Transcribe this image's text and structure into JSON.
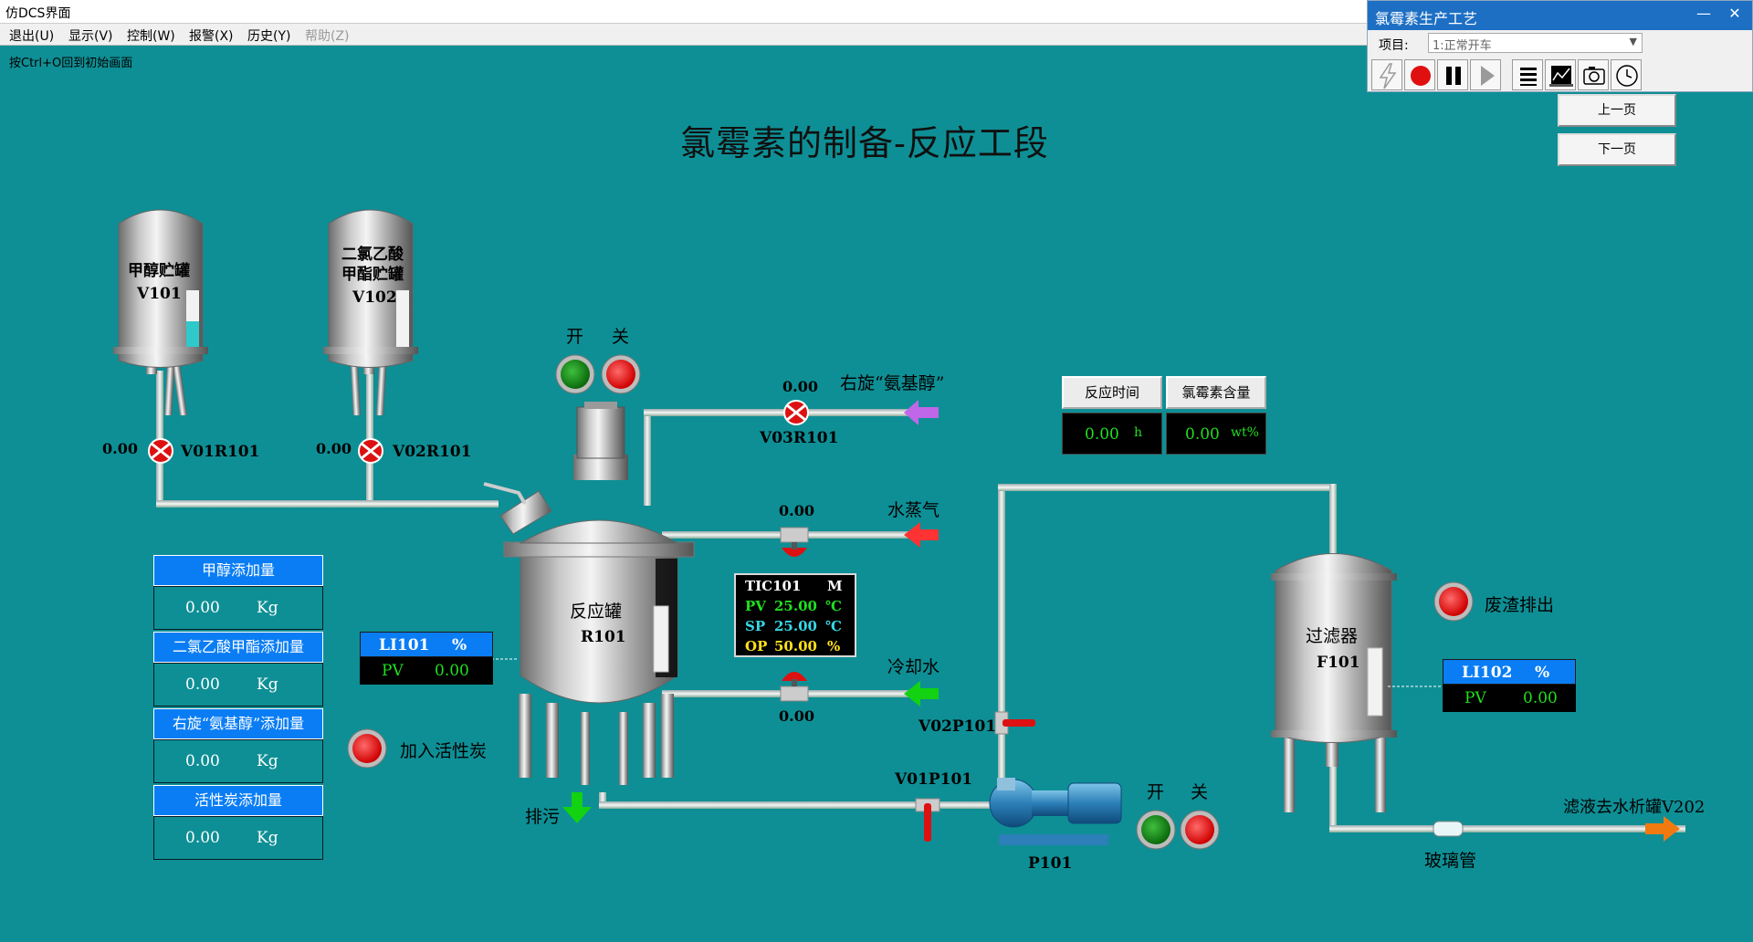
{
  "window": {
    "title": "仿DCS界面"
  },
  "menu": [
    "退出(U)",
    "显示(V)",
    "控制(W)",
    "报警(X)",
    "历史(Y)",
    "帮助(Z)"
  ],
  "hint": "按Ctrl+O回到初始画面",
  "page_title": "氯霉素的制备-反应工段",
  "control_window": {
    "title": "氯霉素生产工艺",
    "project_label": "项目:",
    "project_value": "1:正常开车",
    "tools": [
      "bolt-icon",
      "record-icon",
      "pause-icon",
      "play-icon",
      "list-icon",
      "trend-icon",
      "camera-icon",
      "clock-icon"
    ]
  },
  "nav": {
    "prev": "上一页",
    "next": "下一页"
  },
  "tanks": {
    "v101": {
      "name": "甲醇贮罐",
      "tag": "V101"
    },
    "v102": {
      "name_line1": "二氯乙酸",
      "name_line2": "甲酯贮罐",
      "tag": "V102"
    },
    "r101": {
      "name": "反应罐",
      "tag": "R101"
    },
    "f101": {
      "name": "过滤器",
      "tag": "F101"
    }
  },
  "valves": {
    "v01r101": {
      "tag": "V01R101",
      "value": "0.00"
    },
    "v02r101": {
      "tag": "V02R101",
      "value": "0.00"
    },
    "v03r101": {
      "tag": "V03R101",
      "value": "0.00"
    },
    "steam": {
      "value": "0.00"
    },
    "cool": {
      "value": "0.00"
    },
    "v02p101": {
      "tag": "V02P101"
    },
    "v01p101": {
      "tag": "V01P101"
    }
  },
  "streams": {
    "amino": "右旋“氨基醇”",
    "steam": "水蒸气",
    "cooling": "冷却水",
    "drain": "排污",
    "filtrate": "滤液去水析罐V202",
    "residue": "废渣排出",
    "glass_tube": "玻璃管",
    "carbon": "加入活性炭"
  },
  "switch_labels": {
    "on": "开",
    "off": "关"
  },
  "pump": {
    "tag": "P101"
  },
  "add_panel": [
    {
      "label": "甲醇添加量",
      "value": "0.00",
      "unit": "Kg"
    },
    {
      "label": "二氯乙酸甲酯添加量",
      "value": "0.00",
      "unit": "Kg"
    },
    {
      "label": "右旋“氨基醇”添加量",
      "value": "0.00",
      "unit": "Kg"
    },
    {
      "label": "活性炭添加量",
      "value": "0.00",
      "unit": "Kg"
    }
  ],
  "li101": {
    "tag": "LI101",
    "unit": "%",
    "pv_label": "PV",
    "pv": "0.00"
  },
  "li102": {
    "tag": "LI102",
    "unit": "%",
    "pv_label": "PV",
    "pv": "0.00"
  },
  "tic101": {
    "tag": "TIC101",
    "mode": "M",
    "pv": "25.00",
    "sp": "25.00",
    "op": "50.00",
    "temp_unit": "℃",
    "op_unit": "%",
    "pv_label": "PV",
    "sp_label": "SP",
    "op_label": "OP"
  },
  "reaction": {
    "time_label": "反应时间",
    "time_value": "0.00",
    "time_unit": "h",
    "content_label": "氯霉素含量",
    "content_value": "0.00",
    "content_unit": "wt%"
  },
  "colors": {
    "background": "#0e8f95",
    "panel_blue": "#0a7df5",
    "pv_green": "#1fe01f",
    "sp_cyan": "#35d8e8",
    "op_yellow": "#ffe11a"
  }
}
